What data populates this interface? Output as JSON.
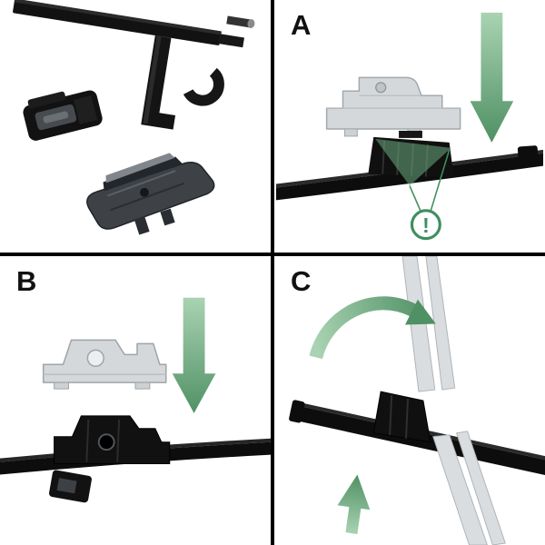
{
  "colors": {
    "background": "#ffffff",
    "divider": "#000000",
    "blade_black": "#0d0d0d",
    "ghost_part_gray": "#d5d8da",
    "arrow_green_light": "#a9d3b2",
    "arrow_green_dark": "#4f9064",
    "warning_green": "#3f8f5f",
    "label_text": "#111111"
  },
  "panels": {
    "a": {
      "label": "A",
      "warning_symbol": "!"
    },
    "b": {
      "label": "B"
    },
    "c": {
      "label": "C"
    }
  }
}
